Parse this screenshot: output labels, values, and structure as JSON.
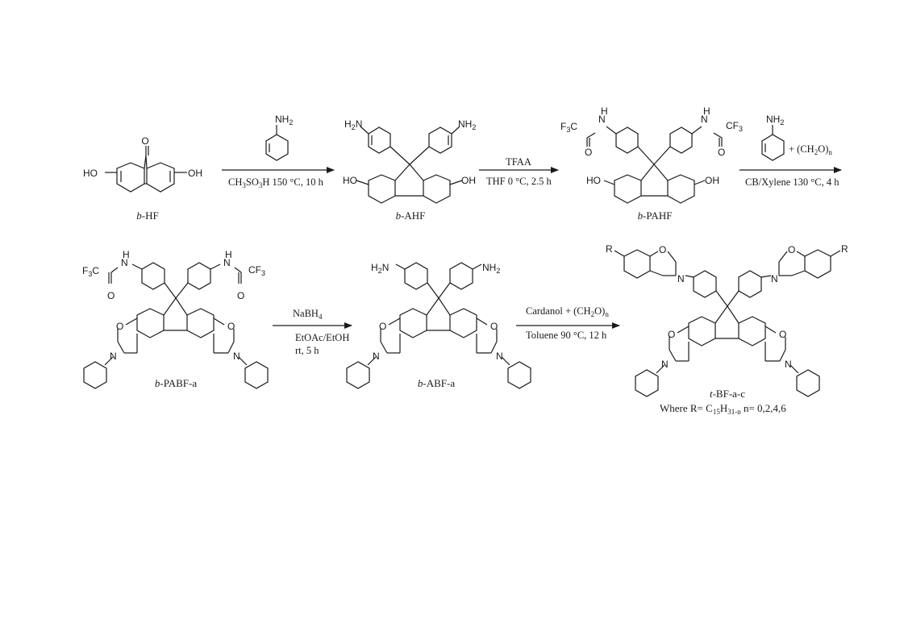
{
  "compounds": {
    "hf": {
      "label_italic": "b",
      "label_rest": "-HF"
    },
    "ahf": {
      "label_italic": "b",
      "label_rest": "-AHF"
    },
    "pahf": {
      "label_italic": "b",
      "label_rest": "-PAHF"
    },
    "pabf": {
      "label_italic": "b",
      "label_rest": "-PABF-a"
    },
    "abf": {
      "label_italic": "b",
      "label_rest": "-ABF-a"
    },
    "tbf": {
      "label_italic": "t",
      "label_rest": "-BF-a-c",
      "where_prefix": "Where R= C",
      "where_sub1": "15",
      "where_mid": "H",
      "where_sub2": "31-n",
      "where_suffix": " n= 0,2,4,6"
    }
  },
  "atoms": {
    "ho": "HO",
    "oh": "OH",
    "o": "O",
    "nh2": "NH",
    "h2n": "H",
    "two": "2",
    "f3c_f": "F",
    "f3c_3": "3",
    "f3c_c": "C",
    "cf3_c": "CF",
    "cf3_3": "3",
    "n": "N",
    "h": "H",
    "c": "C",
    "r": "R"
  },
  "steps": {
    "step1": {
      "lower_1": "CH",
      "lower_sub1": "3",
      "lower_2": "SO",
      "lower_sub2": "3",
      "lower_3": "H  150 °C, 10 h"
    },
    "step2": {
      "upper": "TFAA",
      "lower": "THF   0 °C, 2.5 h"
    },
    "step3": {
      "upper_1": "+ (CH",
      "upper_sub1": "2",
      "upper_2": "O)",
      "upper_sub2": "n",
      "lower": "CB/Xylene  130 °C, 4 h"
    },
    "step4": {
      "upper_1": "NaBH",
      "upper_sub1": "4",
      "lower_line1": "EtOAc/EtOH",
      "lower_line2": "rt, 5 h"
    },
    "step5": {
      "upper_1": "Cardanol + (CH",
      "upper_sub1": "2",
      "upper_2": "O)",
      "upper_sub2": "n",
      "lower": "Toluene  90 °C, 12 h"
    }
  }
}
